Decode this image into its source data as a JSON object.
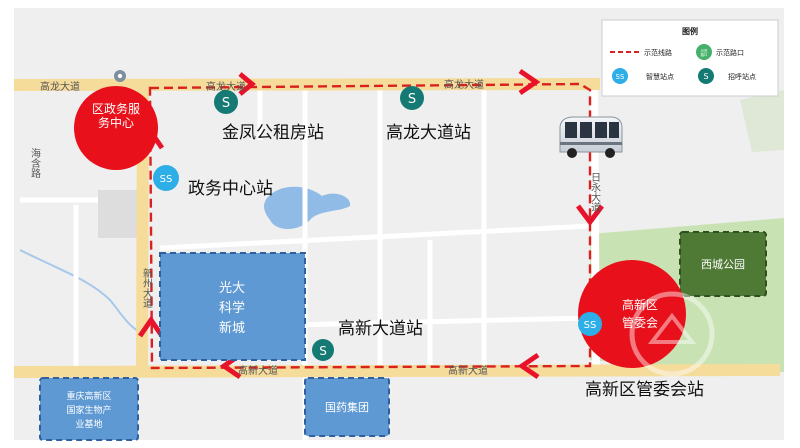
{
  "roads": {
    "gaolong": "高龙大道",
    "gaolong_2": "高龙大道",
    "gaolong_3": "高龙大道",
    "gaoxin": "高新大道",
    "gaoxin_2": "高新大道",
    "xinzhou": "新州大道",
    "ribo": "日永大道",
    "haihan": "海含路"
  },
  "stations": {
    "jinfeng": "金凤公租房站",
    "gaolong": "高龙大道站",
    "zhengwu": "政务中心站",
    "gaoxin": "高新大道站",
    "guanwei": "高新区管委会站"
  },
  "markers": {
    "s": "S",
    "ss": "SS"
  },
  "areas": {
    "district_center": "区政务服务中心",
    "guangda": "光大科学新城",
    "guanwei": "高新区管委会",
    "xicheng_park": "西城公园",
    "chongqing": "重庆高新区国家生物产业基地",
    "guoyao": "国药集团"
  },
  "legend": {
    "title": "图例",
    "route": "示范线路",
    "junction": "示范路口",
    "junction_badge": "示范路口",
    "smart_stop": "智慧站点",
    "call_stop": "招呼站点"
  },
  "colors": {
    "route": "#d9211f",
    "arrow": "#e8132a",
    "s_marker": "#147a73",
    "ss_marker": "#2eaee6",
    "district": "#e8101a",
    "guangda": "#5f99d3",
    "park": "#4f7a35",
    "road": "#f6dc9b"
  }
}
